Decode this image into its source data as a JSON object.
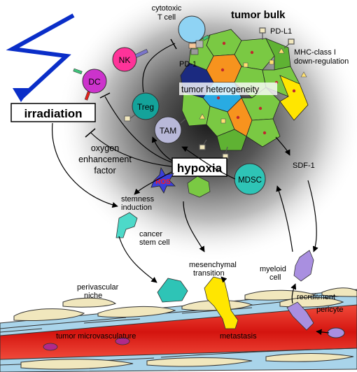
{
  "title": "tumor bulk",
  "labels": {
    "cytotoxic_line1": "cytotoxic",
    "cytotoxic_line2": "T cell",
    "pd_l1": "PD-L1",
    "pd_1": "PD-1",
    "mhc_line1": "MHC-class I",
    "mhc_line2": "down-regulation",
    "tumor_heterogeneity": "tumor heterogeneity",
    "nk": "NK",
    "dc": "DC",
    "treg": "Treg",
    "tam": "TAM",
    "mdsc": "MDSC",
    "irradiation": "irradiation",
    "oxygen_line1": "oxygen",
    "oxygen_line2": "enhancement",
    "oxygen_line3": "factor",
    "hypoxia": "hypoxia",
    "ros": "ROS",
    "sdf1": "SDF-1",
    "stemness_line1": "stemness",
    "stemness_line2": "induction",
    "csc_line1": "cancer",
    "csc_line2": "stem cell",
    "mes_line1": "mesenchymal",
    "mes_line2": "transition",
    "myeloid_line1": "myeloid",
    "myeloid_line2": "cell",
    "perivascular_line1": "perivascular",
    "perivascular_line2": "niche",
    "recruitment": "recruitment",
    "pericyte": "pericyte",
    "microvasculature": "tumor microvasculature",
    "metastasis": "metastasis"
  },
  "colors": {
    "tumor_green": "#7ac943",
    "tumor_orange": "#f7931e",
    "tumor_yellow": "#ffe600",
    "tumor_blue": "#29abe2",
    "tumor_navy": "#1b2a80",
    "tcell": "#8fd3f4",
    "nk": "#ff3399",
    "dc": "#cc33cc",
    "treg": "#14a39a",
    "tam": "#b8b8d8",
    "mdsc": "#2ec4b6",
    "csc": "#4dd9c9",
    "vessel": "#e0211b",
    "endothelium": "#a9d4ea",
    "niche": "#f1e7bd",
    "myeloid": "#a98fe0",
    "irradiation_bolt": "#0a2ec8",
    "ros_star": "#3a3fd9",
    "ros_text": "#ff1a1a"
  }
}
